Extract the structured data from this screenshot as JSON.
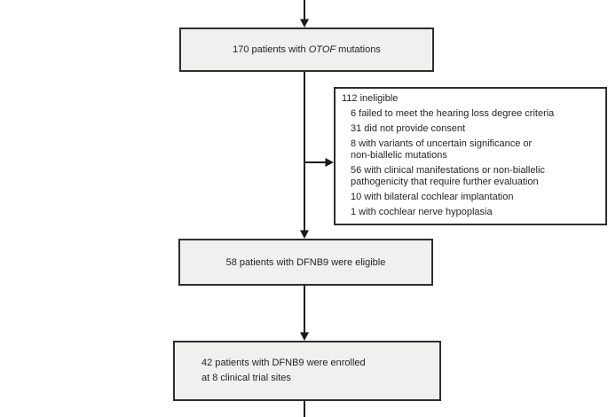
{
  "figure": {
    "type": "patient-flow-diagram"
  },
  "colors": {
    "box_fill": "#f0f0ee",
    "side_box_fill": "#ffffff",
    "box_border": "#2e2e2e",
    "arrow": "#1a1a1a",
    "text": "#231f20"
  },
  "boxes": {
    "otof": {
      "prefix": "170 patients with ",
      "gene": "OTOF",
      "suffix": " mutations"
    },
    "eligible": {
      "text": "58 patients with DFNB9 were eligible"
    },
    "enrolled": {
      "line1": "42 patients with DFNB9 were enrolled",
      "line2": "at 8 clinical trial sites"
    }
  },
  "ineligible": {
    "title": "112 ineligible",
    "items": [
      "6 failed to meet the hearing loss degree criteria",
      "31 did not provide consent",
      "8 with variants of uncertain significance or\nnon-biallelic mutations",
      "56 with clinical manifestations or non-biallelic\npathogenicity that require further evaluation",
      "10 with bilateral cochlear implantation",
      "1 with cochlear nerve hypoplasia"
    ]
  }
}
